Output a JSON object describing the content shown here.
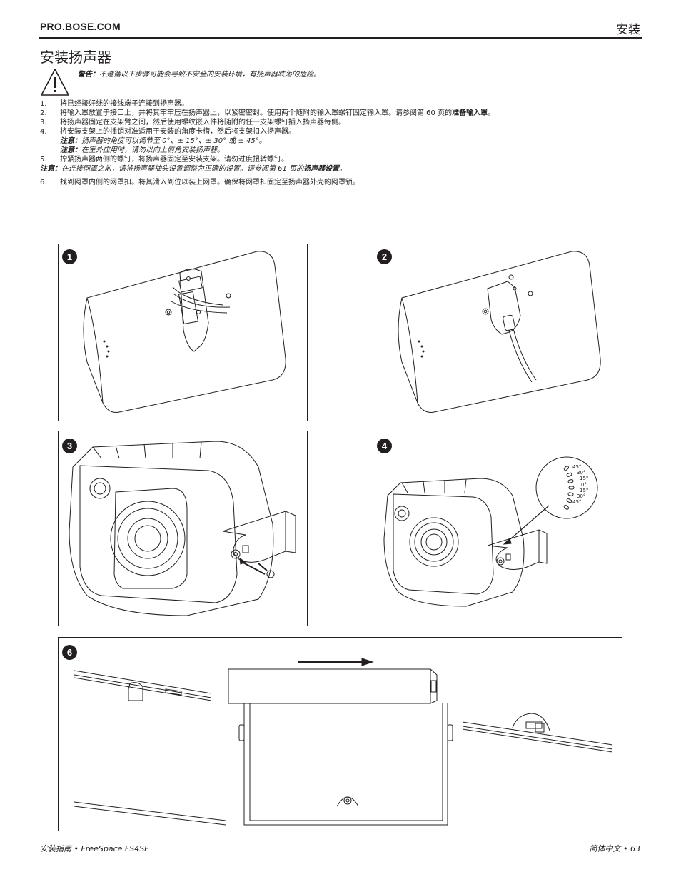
{
  "header": {
    "site": "PRO.BOSE.COM",
    "section": "安装"
  },
  "title": "安装扬声器",
  "warning": {
    "label": "警告：",
    "text": "不遵循以下步骤可能会导致不安全的安装环境，有扬声器跌落的危险。"
  },
  "steps": [
    {
      "num": "1.",
      "text": "将已经接好线的接线端子连接到扬声器。"
    },
    {
      "num": "2.",
      "text": "将输入罩放置于接口上，并将其牢牢压在扬声器上，以紧密密封。使用两个随附的输入罩螺钉固定输入罩。请参阅第 60 页的",
      "bold": "准备输入罩",
      "end": "。"
    },
    {
      "num": "3.",
      "text": "将扬声器固定在支架臂之间，然后使用螺纹嵌入件将随附的任一支架螺钉插入扬声器每侧。"
    },
    {
      "num": "4.",
      "text": "将安装支架上的插销对准适用于安装的角度卡槽，然后将支架扣入扬声器。",
      "notes": [
        {
          "label": "注意：",
          "text": "扬声器的角度可以调节至 0°、± 15°、± 30° 或 ± 45°。"
        },
        {
          "label": "注意：",
          "text": "在室外应用时，请勿以向上俯角安装扬声器。"
        }
      ]
    },
    {
      "num": "5.",
      "text": "拧紧扬声器两侧的螺钉，将扬声器固定至安装支架。请勿过度扭转螺钉。"
    }
  ],
  "note_before_6": {
    "label": "注意：",
    "text": "在连接网罩之前，请将扬声器抽头设置调整为正确的设置。请参阅第 61 页的",
    "bold": "扬声器设置",
    "end": "。"
  },
  "step6": {
    "num": "6.",
    "text": "找到网罩内侧的网罩扣。将其滑入到位以装上网罩。确保将网罩扣固定至扬声器外壳的网罩锁。"
  },
  "figures": {
    "badges": [
      "1",
      "2",
      "3",
      "4",
      "6"
    ],
    "angles": [
      "45°",
      "30°",
      "15°",
      "0°",
      "15°",
      "30°",
      "45°"
    ]
  },
  "footer": {
    "left": "安装指南 • FreeSpace FS4SE",
    "right": "简体中文 • 63"
  }
}
